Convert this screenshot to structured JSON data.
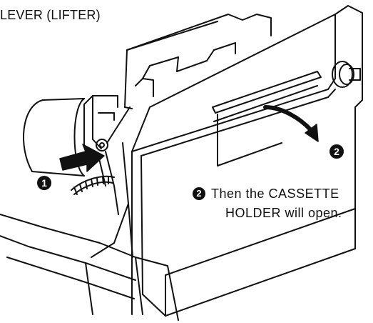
{
  "labels": {
    "lever": "LEVER (LIFTER)",
    "step1_number": "1",
    "step2_number": "2",
    "caption_number": "2",
    "caption_line1": "Then the CASSETTE",
    "caption_line2": "HOLDER will open."
  },
  "icons": {
    "step1_arrow": "arrow-right-icon",
    "step2_arrow": "curved-arrow-icon"
  },
  "colors": {
    "ink": "#111111",
    "paper": "#ffffff"
  }
}
